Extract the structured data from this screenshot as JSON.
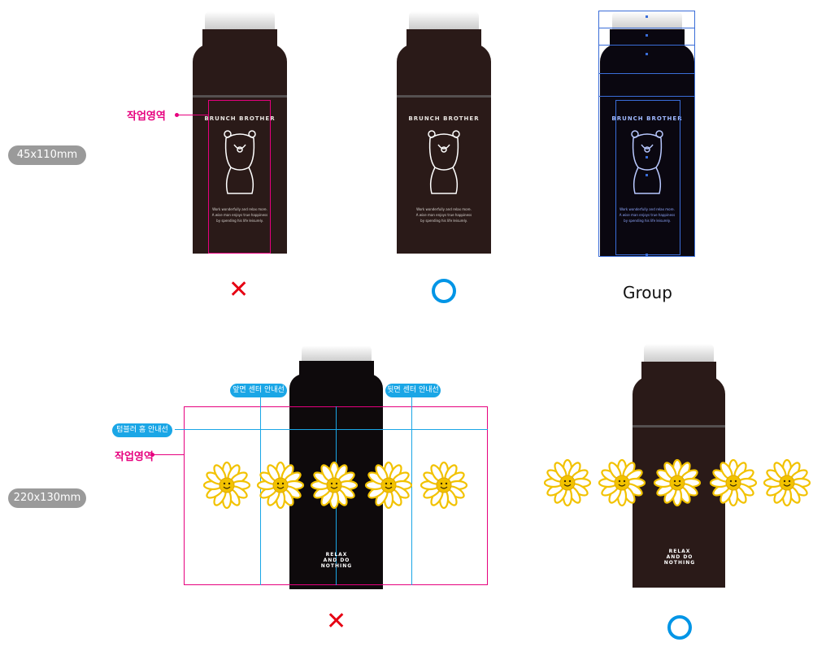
{
  "sizes": {
    "top": "45x110mm",
    "bottom": "220x130mm"
  },
  "labels": {
    "work_area": "작업영역",
    "group": "Group",
    "front_center": "앞면 센터 안내선",
    "back_center": "뒷면 센터 안내선",
    "groove": "텀블러 홈 안내선"
  },
  "design": {
    "brand": "BRUNCH BROTHER",
    "tagline_lines": [
      "Work wonderfully and relax more.",
      "A wise man enjoys true happiness",
      "by spending his life leisurely."
    ],
    "relax_lines": [
      "RELAX",
      "AND DO",
      "NOTHING"
    ]
  },
  "marks": {
    "wrong": "✕",
    "right": "○"
  },
  "colors": {
    "bottle": "#2a1a18",
    "magenta": "#e6007e",
    "guide_blue": "#1aa6e6",
    "wrong": "#e60012",
    "right": "#0095e6",
    "flower": "#f2c200",
    "selection": "#3a6dd8"
  }
}
